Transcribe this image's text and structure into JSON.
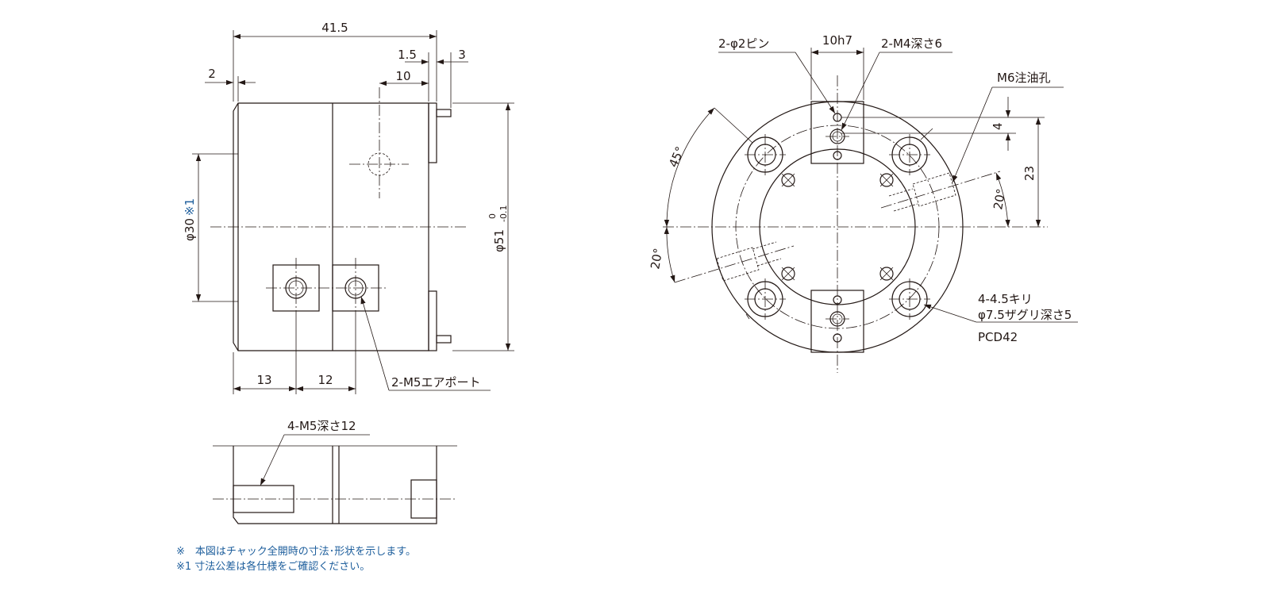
{
  "side_view": {
    "dim_length": "41.5",
    "dim_step": "2",
    "dim_flange": "1.5",
    "dim_pin": "3",
    "dim_port_offset": "10",
    "dim_bore": "φ30",
    "dim_bore_note": "※1",
    "dim_outer": "φ51",
    "tol_upper": "0",
    "tol_lower": "-0.1",
    "dim_port1": "13",
    "dim_port2": "12",
    "label_air_port": "2-M5エアポート"
  },
  "bottom_view": {
    "label_tap": "4-M5深さ12"
  },
  "front_view": {
    "label_pin": "2-φ2ピン",
    "dim_slot": "10h7",
    "label_m4": "2-M4深さ6",
    "label_oil": "M6注油孔",
    "dim_4": "4",
    "dim_23": "23",
    "angle_45": "45°",
    "angle_20a": "20°",
    "angle_20b": "20°",
    "label_holes": "4-4.5キリ",
    "label_counterbore": "φ7.5ザグリ深さ5",
    "label_pcd": "PCD42"
  },
  "notes": {
    "line1": "※　本図はチャック全開時の寸法･形状を示します。",
    "line2": "※1 寸法公差は各仕様をご確認ください。"
  },
  "colors": {
    "line": "#231815",
    "note": "#1d5e9c"
  }
}
